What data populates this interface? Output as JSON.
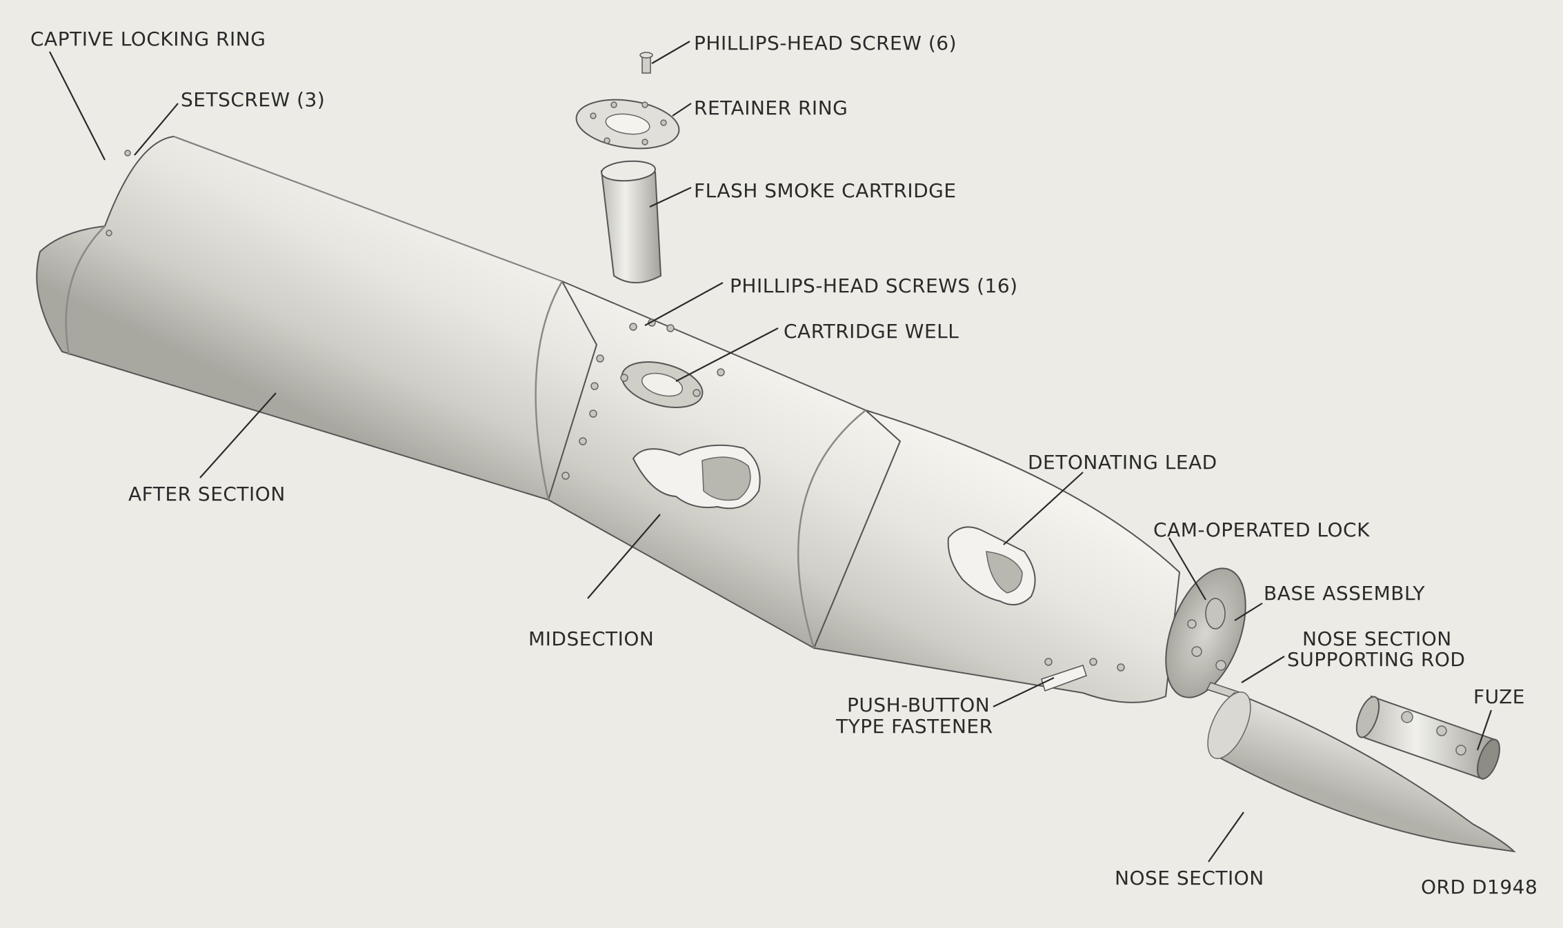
{
  "labels": {
    "captive_locking_ring": "CAPTIVE LOCKING RING",
    "setscrew": "SETSCREW (3)",
    "phillips_head_screw": "PHILLIPS-HEAD SCREW (6)",
    "retainer_ring": "RETAINER RING",
    "flash_smoke_cartridge": "FLASH SMOKE CARTRIDGE",
    "phillips_head_screws": "PHILLIPS-HEAD SCREWS (16)",
    "cartridge_well": "CARTRIDGE WELL",
    "after_section": "AFTER SECTION",
    "midsection": "MIDSECTION",
    "detonating_lead": "DETONATING LEAD",
    "cam_operated_lock": "CAM-OPERATED LOCK",
    "base_assembly": "BASE ASSEMBLY",
    "nose_section_supporting_rod_1": "NOSE SECTION",
    "nose_section_supporting_rod_2": "SUPPORTING ROD",
    "push_button_1": "PUSH-BUTTON",
    "push_button_2": "TYPE FASTENER",
    "fuze": "FUZE",
    "nose_section": "NOSE SECTION",
    "drawing_number": "ORD D1948"
  },
  "colors": {
    "paper": "#ecebe6",
    "metal_light": "#f2f1ec",
    "metal_mid": "#d6d5ce",
    "metal_dark": "#a9a8a1",
    "ink": "#2a2a2a"
  }
}
